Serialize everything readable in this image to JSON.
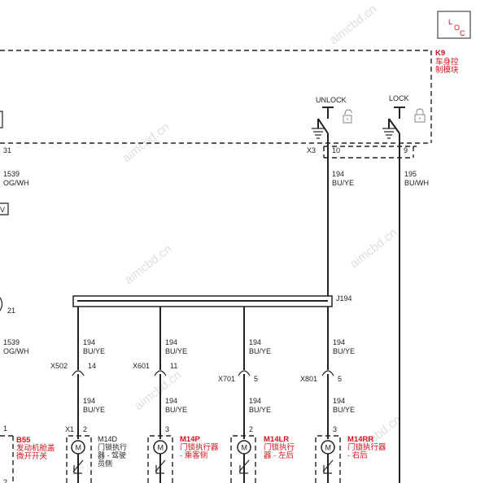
{
  "loc_box": {
    "l": "L",
    "o": "O",
    "c": "C"
  },
  "module": {
    "id": "K9",
    "name_line1": "车身控",
    "name_line2": "制模块"
  },
  "switches": {
    "unlock": "UNLOCK",
    "lock": "LOCK"
  },
  "module_connector": {
    "name": "X3",
    "pin_left": "31",
    "pin_a": "10",
    "pin_b": "9"
  },
  "left_wires": [
    {
      "num": "1539",
      "color": "OG/WH"
    },
    {
      "num": "1539",
      "color": "OG/WH"
    }
  ],
  "left_pin_21": "21",
  "left_box_fragment": "V",
  "upper_wires": [
    {
      "num": "194",
      "color": "BU/YE"
    },
    {
      "num": "195",
      "color": "BU/WH"
    }
  ],
  "splice": "J194",
  "branches": [
    {
      "wire_num": "194",
      "wire_color": "BU/YE",
      "connector": "X502",
      "conn_pin": "14",
      "wire2_num": "194",
      "wire2_color": "BU/YE",
      "dev_conn": "X1",
      "dev_pin": "2",
      "dev_id": "M14D",
      "dev_name": [
        "门锁执行",
        "器 - 驾驶",
        "员侧"
      ]
    },
    {
      "wire_num": "194",
      "wire_color": "BU/YE",
      "connector": "X601",
      "conn_pin": "11",
      "wire2_num": "194",
      "wire2_color": "BU/YE",
      "dev_conn": "",
      "dev_pin": "3",
      "dev_id": "M14P",
      "dev_name": [
        "门锁执行器",
        "- 乘客侧"
      ]
    },
    {
      "wire_num": "194",
      "wire_color": "BU/YE",
      "connector": "X701",
      "conn_pin": "5",
      "wire2_num": "194",
      "wire2_color": "BU/YE",
      "dev_conn": "",
      "dev_pin": "2",
      "dev_id": "M14LR",
      "dev_name": [
        "门锁执行",
        "器 - 左后"
      ]
    },
    {
      "wire_num": "194",
      "wire_color": "BU/YE",
      "connector": "X801",
      "conn_pin": "5",
      "wire2_num": "194",
      "wire2_color": "BU/YE",
      "dev_conn": "",
      "dev_pin": "3",
      "dev_id": "M14RR",
      "dev_name": [
        "门锁执行器",
        "- 右后"
      ]
    }
  ],
  "b55": {
    "pin": "1",
    "id": "B55",
    "name": [
      "发动机舱盖",
      "微开开关"
    ]
  },
  "motor_symbol": "M",
  "bottom_pin_2": "2",
  "watermark": "aimcbd.cn"
}
